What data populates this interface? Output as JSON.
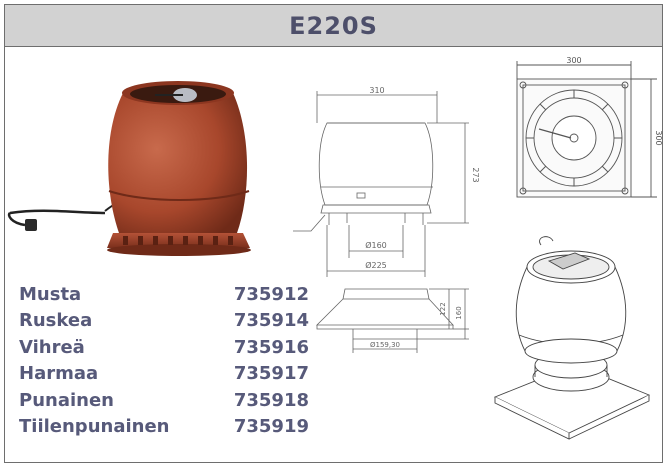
{
  "header": {
    "title": "E220S"
  },
  "variants": [
    {
      "color": "Musta",
      "code": "735912"
    },
    {
      "color": "Ruskea",
      "code": "735914"
    },
    {
      "color": "Vihreä",
      "code": "735916"
    },
    {
      "color": "Harmaa",
      "code": "735917"
    },
    {
      "color": "Punainen",
      "code": "735918"
    },
    {
      "color": "Tiilenpunainen",
      "code": "735919"
    }
  ],
  "side_view": {
    "width": "310",
    "height": "273",
    "inner_diameter": "Ø160",
    "outer_diameter": "Ø225"
  },
  "top_view": {
    "width": "300",
    "depth": "300"
  },
  "base_view": {
    "height_inner": "122",
    "height_outer": "160",
    "diameter": "Ø159,30"
  },
  "colors": {
    "header_bg": "#d2d2d2",
    "title": "#4d4f6a",
    "text": "#575a7a",
    "product_brown": "#a8472c"
  }
}
